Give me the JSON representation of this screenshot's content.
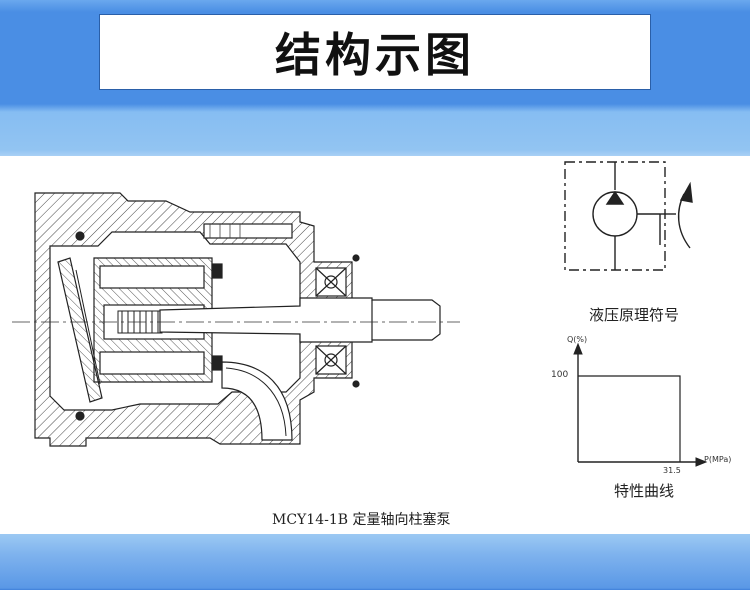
{
  "header": {
    "title": "结构示图"
  },
  "symbol": {
    "caption": "液压原理符号"
  },
  "characteristic": {
    "caption": "特性曲线",
    "y_axis_label": "Q(%)",
    "x_axis_label": "P(MPa)",
    "y_tick": "100",
    "x_tick": "31.5"
  },
  "figure": {
    "caption": "MCY14-1B 定量轴向柱塞泵"
  },
  "colors": {
    "band_blue": "#4a8ee4",
    "band_light": "#92c4f2",
    "line": "#222222"
  }
}
